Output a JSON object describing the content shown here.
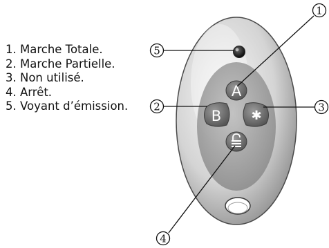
{
  "legend": {
    "items": [
      "1. Marche Totale.",
      "2. Marche Partielle.",
      "3. Non utilisé.",
      "4. Arrêt.",
      "5. Voyant d’émission."
    ]
  },
  "callouts": {
    "c1": "1",
    "c2": "2",
    "c3": "3",
    "c4": "4",
    "c5": "5"
  },
  "remote": {
    "button_a": "A",
    "button_b": "B",
    "button_star": "✱",
    "button_lock_icon": "lock-icon",
    "led_icon": "led-indicator",
    "ring_icon": "keyring-hole"
  }
}
